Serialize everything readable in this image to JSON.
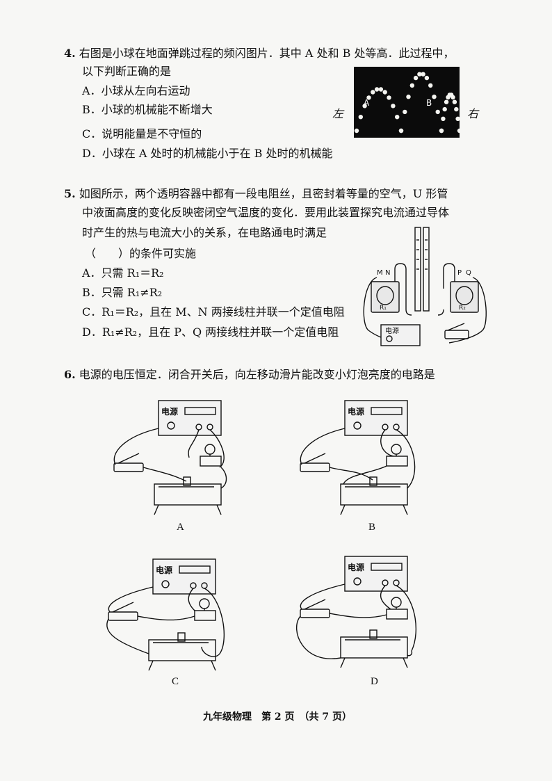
{
  "q4": {
    "number": "4.",
    "stem_line1": "右图是小球在地面弹跳过程的频闪图片．其中 A 处和 B 处等高．此过程中，",
    "stem_line2": "以下判断正确的是",
    "options": [
      "A．小球从左向右运动",
      "B．小球的机械能不断增大",
      "C．说明能量是不守恒的",
      "D．小球在 A 处时的机械能小于在 B 处时的机械能"
    ],
    "figure": {
      "left_label": "左",
      "right_label": "右",
      "point_a": "A",
      "point_b": "B"
    }
  },
  "q5": {
    "number": "5.",
    "stem_line1": "如图所示，两个透明容器中都有一段电阻丝，且密封着等量的空气，U 形管",
    "stem_line2": "中液面高度的变化反映密闭空气温度的变化．要用此装置探究电流通过导体",
    "stem_line3": "时产生的热与电流大小的关系，在电路通电时满足",
    "stem_line4": "（　　）的条件可实施",
    "options": [
      "A．只需 R₁＝R₂",
      "B．只需 R₁≠R₂",
      "C．R₁＝R₂，且在 M、N 两接线柱并联一个定值电阻",
      "D．R₁≠R₂，且在 P、Q 两接线柱并联一个定值电阻"
    ],
    "figure": {
      "m": "M",
      "n": "N",
      "p": "P",
      "q": "Q",
      "r1": "R₁",
      "r2": "R₂",
      "source": "电源"
    }
  },
  "q6": {
    "number": "6.",
    "stem": "电源的电压恒定．闭合开关后，向左移动滑片能改变小灯泡亮度的电路是",
    "source_label": "电源",
    "captions": [
      "A",
      "B",
      "C",
      "D"
    ]
  },
  "footer": "九年级物理　第 2 页　（共 7 页）"
}
